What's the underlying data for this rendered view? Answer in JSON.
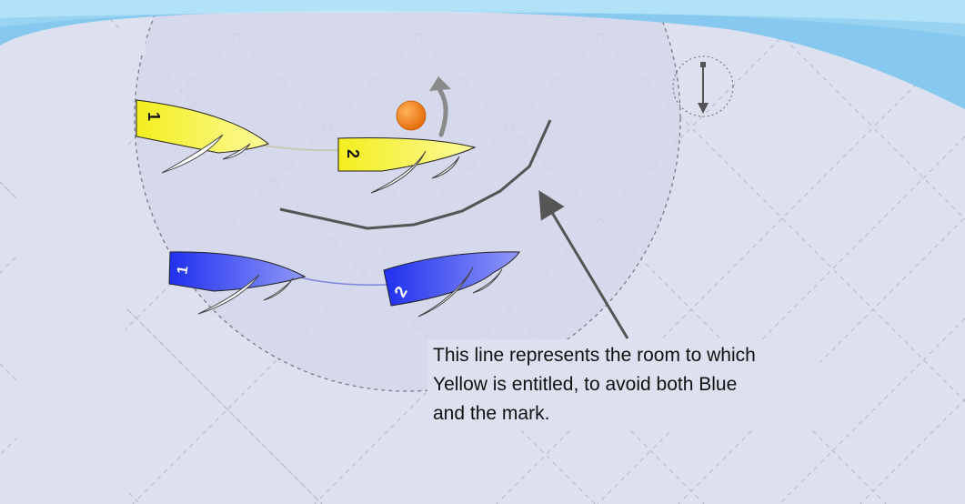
{
  "boats": {
    "yellow_1": "1",
    "yellow_2": "2",
    "blue_1": "1",
    "blue_2": "2"
  },
  "caption": {
    "line1": "This line represents the room to which",
    "line2": "Yellow is entitled, to avoid both Blue",
    "line3": "and the mark."
  },
  "colors": {
    "background": "#dde1ef",
    "header_band": "#86c8ee",
    "yellow_boat": "#f7f22a",
    "blue_boat": "#2d3df2",
    "mark": "#ef7d16",
    "room_line": "#555555"
  },
  "icons": {
    "wind": "wind-direction-arrow-icon",
    "turn": "curved-turn-arrow-icon"
  }
}
